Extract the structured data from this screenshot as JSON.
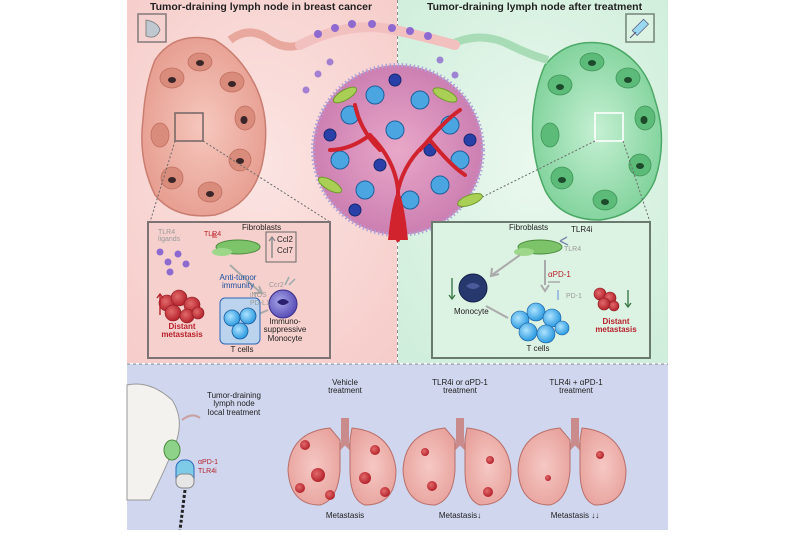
{
  "headers": {
    "left": "Tumor-draining lymph node in breast cancer",
    "right": "Tumor-draining lymph node after treatment"
  },
  "left_panel": {
    "tlr4_ligands": "TLR4\nligands",
    "tlr4": "TLR4",
    "fibroblasts": "Fibroblasts",
    "ccl2": "Ccl2",
    "ccl7": "Ccl7",
    "ccr2": "Ccr2",
    "anti_tumor": "Anti-tumor\nimmunity",
    "inos": "iNOS",
    "pdl1": "PD-L1",
    "monocyte": "Immuno-\nsuppressive\nMonocyte",
    "distant": "Distant\nmetastasis",
    "tcells": "T cells"
  },
  "right_panel": {
    "fibroblasts": "Fibroblasts",
    "tlr4i": "TLR4i",
    "tlr4": "TLR4",
    "apd1": "αPD-1",
    "pd1": "PD-1",
    "monocyte": "Monocyte",
    "tcells": "T cells",
    "distant": "Distant\nmetastasis"
  },
  "bottom": {
    "tdln_label": "Tumor-draining\nlymph node\nlocal treatment",
    "syringe_label_1": "αPD-1",
    "syringe_label_2": "TLR4i",
    "lungs": [
      {
        "title": "Vehicle\ntreatment",
        "caption": "Metastasis"
      },
      {
        "title": "TLR4i or αPD-1\ntreatment",
        "caption": "Metastasis↓"
      },
      {
        "title": "TLR4i + αPD-1\ntreatment",
        "caption": "Metastasis ↓↓"
      }
    ]
  }
}
